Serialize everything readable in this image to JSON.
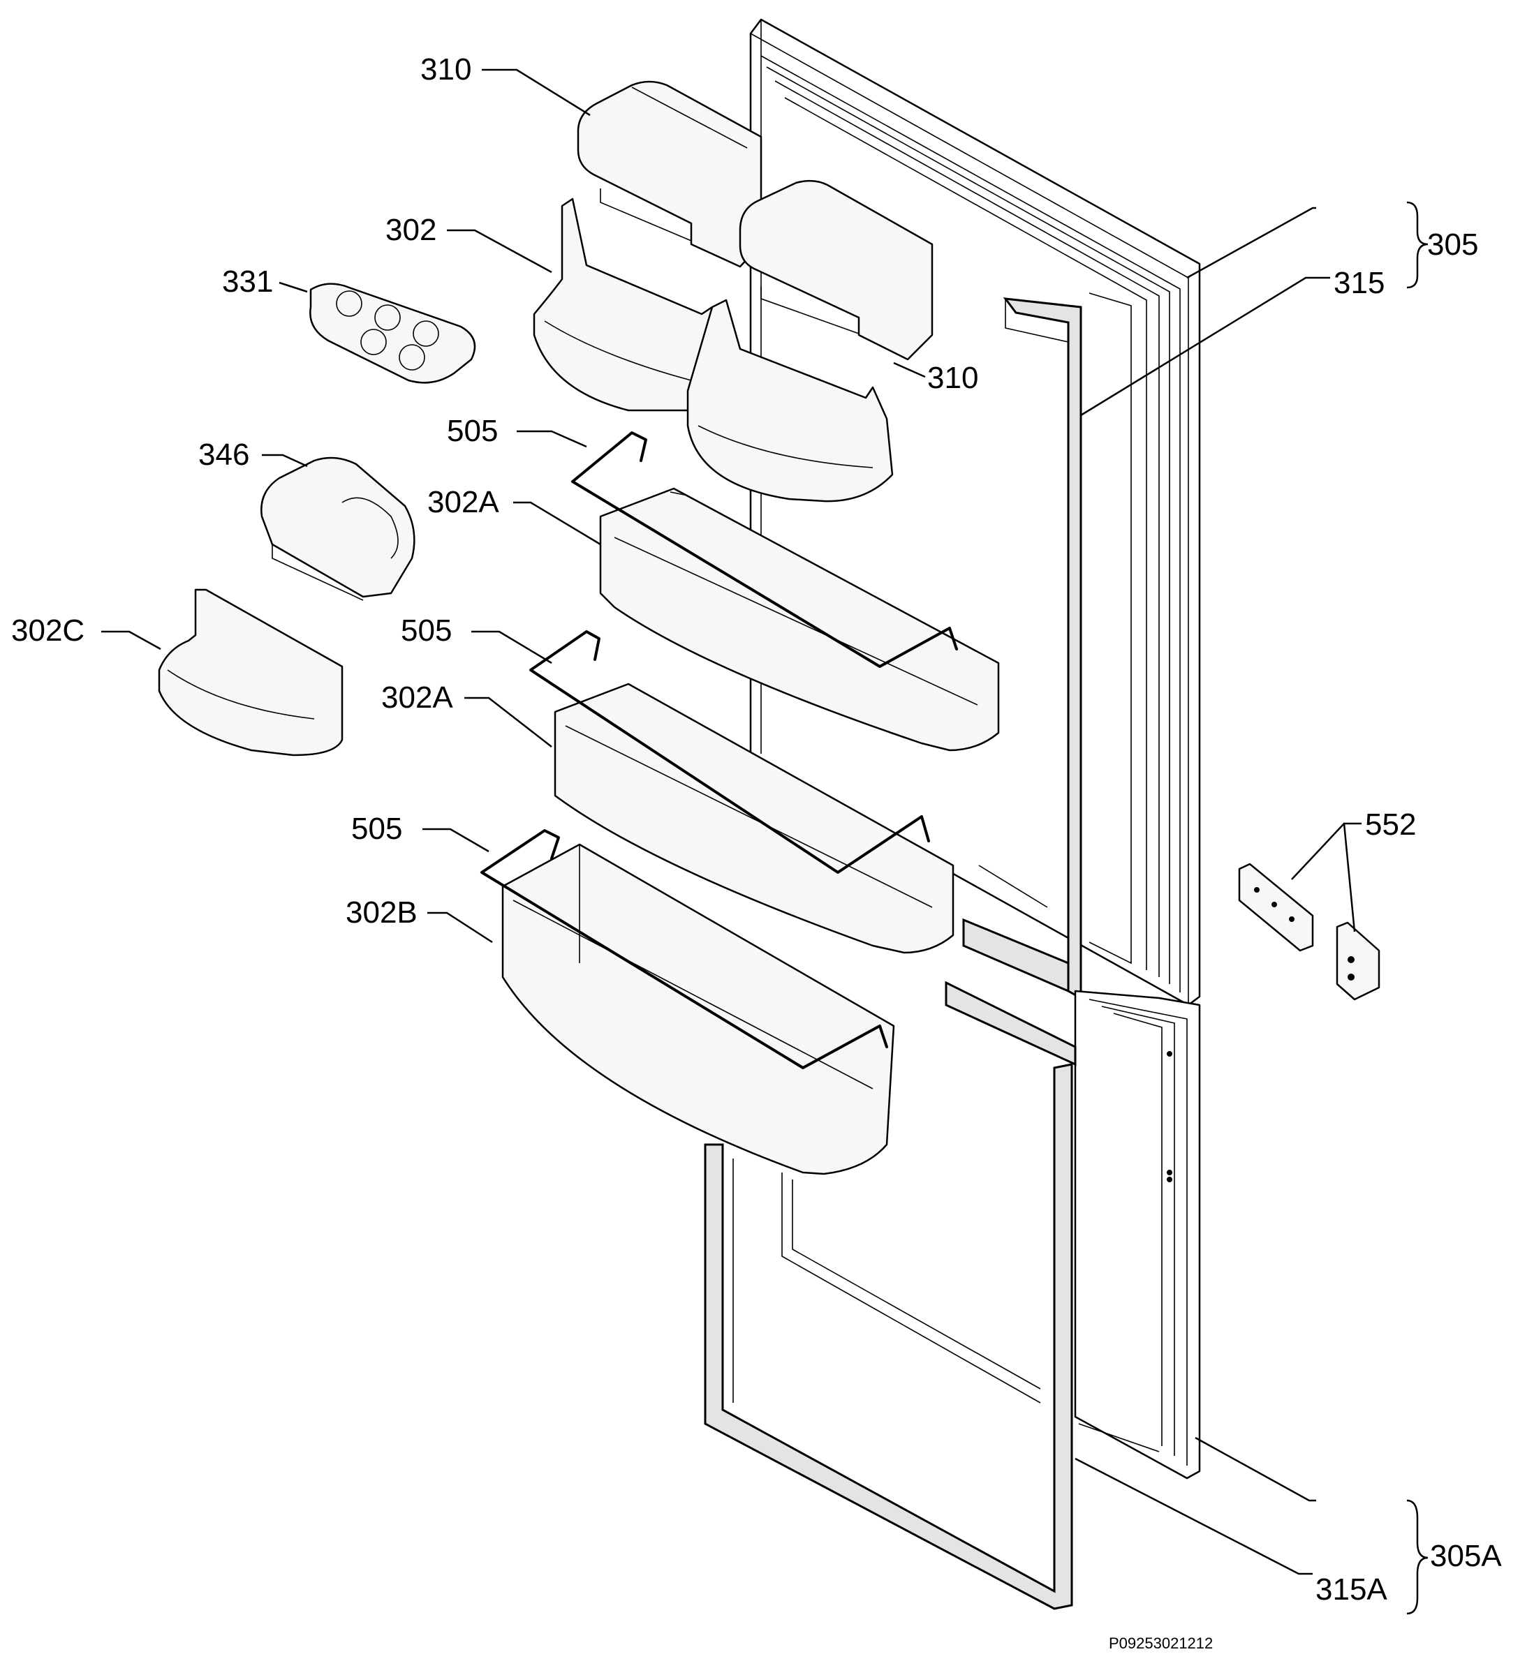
{
  "labels": {
    "l310_top": "310",
    "l302": "302",
    "l331": "331",
    "l310_right": "310",
    "l505_1": "505",
    "l346": "346",
    "l302a_1": "302A",
    "l302c": "302C",
    "l505_2": "505",
    "l302a_2": "302A",
    "l505_3": "505",
    "l302b": "302B",
    "l305": "305",
    "l315": "315",
    "l552": "552",
    "l305a": "305A",
    "l315a": "315A"
  },
  "drawing_id": "P09253021212"
}
